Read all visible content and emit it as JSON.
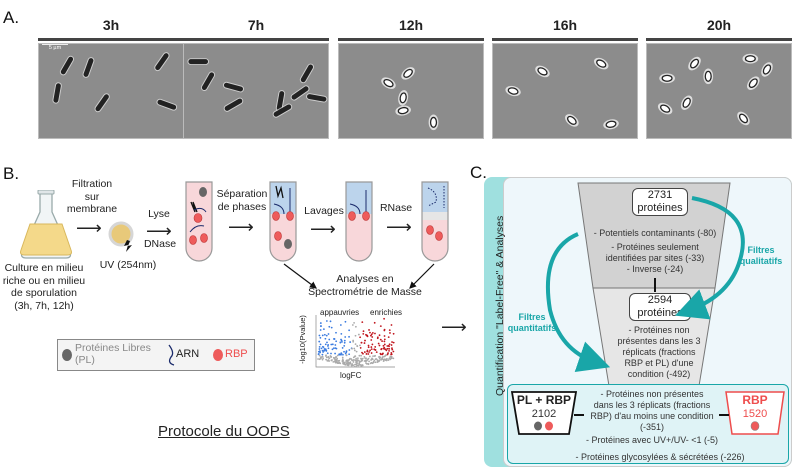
{
  "panelA": {
    "letter": "A.",
    "scale_bar": "5 µm",
    "timepoints": [
      {
        "label": "3h"
      },
      {
        "label": "7h"
      },
      {
        "label": "12h"
      },
      {
        "label": "16h"
      },
      {
        "label": "20h"
      }
    ]
  },
  "panelB": {
    "letter": "B.",
    "culture": "Culture en milieu riche ou en milieu de sporulation (3h, 7h, 12h)",
    "culture_lines": [
      "Culture en milieu",
      "riche ou en milieu",
      "de sporulation",
      "(3h, 7h, 12h)"
    ],
    "filtration_lines": [
      "Filtration",
      "sur",
      "membrane"
    ],
    "uv": "UV (254nm)",
    "lyse": "Lyse",
    "dnase": "DNase",
    "separation_lines": [
      "Séparation",
      "de phases"
    ],
    "lavages": "Lavages",
    "rnase": "RNase",
    "analyses_lines": [
      "Analyses en",
      "Spectrométrie de Masse"
    ],
    "volcano": {
      "left_label": "appauvries",
      "right_label": "enrichies",
      "xlabel": "logFC",
      "ylabel": "-log10(Pvalue)",
      "left_color": "#3a7be0",
      "right_color": "#c0161e"
    },
    "legend": {
      "pl": "Protéines Libres (PL)",
      "pl_line1": "Protéines Libres",
      "pl_line2": "(PL)",
      "arn": "ARN",
      "rbp": "RBP"
    },
    "title": "Protocole du OOPS"
  },
  "panelC": {
    "letter": "C.",
    "side_label": "Quantification \"Label-Free\" & Analyses",
    "box1": {
      "count": "2731",
      "unit": "protéines"
    },
    "filters_qual": [
      "- Potentiels contaminants (-80)",
      "- Protéines seulement",
      "identifiées par sites (-33)",
      "- Inverse (-24)"
    ],
    "qual_label_lines": [
      "Filtres",
      "qualitatifs"
    ],
    "box2": {
      "count": "2594",
      "unit": "protéines"
    },
    "filters_quant": [
      "- Protéines non",
      "présentes dans les 3",
      "réplicats (fractions",
      "RBP et PL) d'une",
      "condition (-492)"
    ],
    "quant_label_lines": [
      "Filtres",
      "quantitatifs"
    ],
    "plrbp": {
      "title": "PL + RBP",
      "count": "2102"
    },
    "rbp": {
      "title": "RBP",
      "count": "1520"
    },
    "final_filters": [
      "- Protéines non présentes",
      "dans les 3 réplicats (fractions",
      "RBP) d'au moins une condition",
      "(-351)",
      "- Protéines avec UV+/UV- <1 (-5)"
    ],
    "glyco": "- Protéines glycosylées & sécrétées (-226)",
    "colors": {
      "teal": "#19a6a8",
      "rbp_red": "#ee4d4d",
      "panel_bg": "#eef7fb"
    }
  }
}
